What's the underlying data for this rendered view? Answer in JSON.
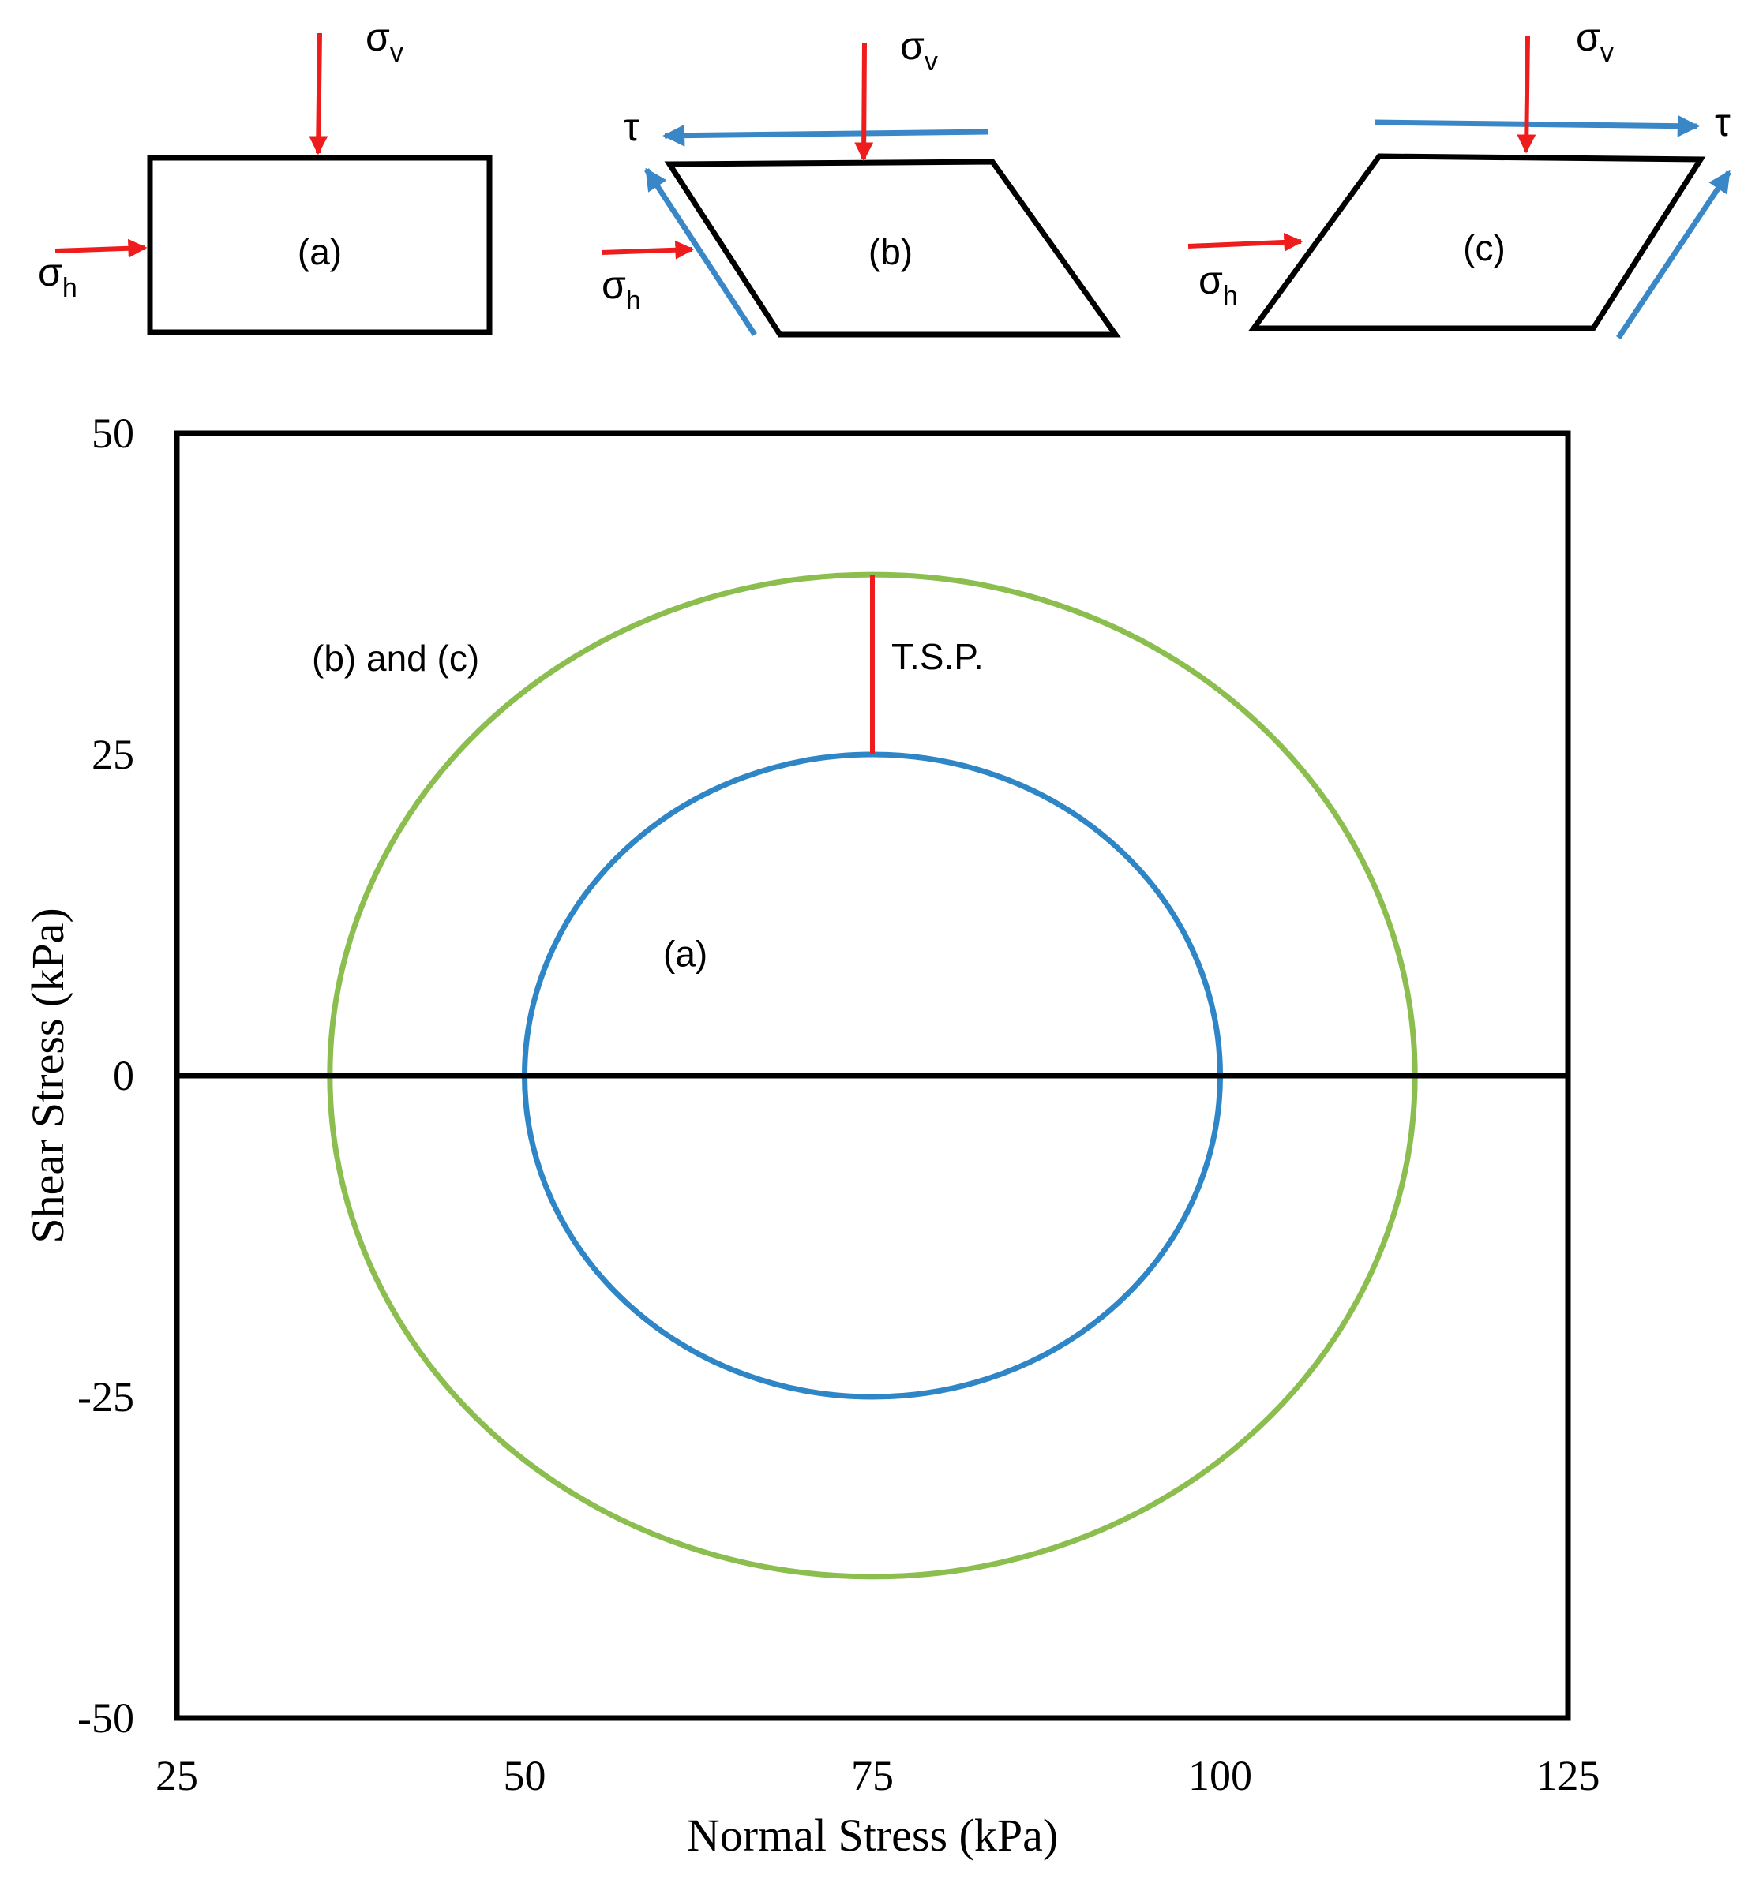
{
  "elements": {
    "element_a": {
      "label": "(a)",
      "sigma_v": "σ",
      "sigma_v_sub": "v",
      "sigma_h": "σ",
      "sigma_h_sub": "h"
    },
    "element_b": {
      "label": "(b)",
      "sigma_v": "σ",
      "sigma_v_sub": "v",
      "sigma_h": "σ",
      "sigma_h_sub": "h",
      "tau": "τ"
    },
    "element_c": {
      "label": "(c)",
      "sigma_v": "σ",
      "sigma_v_sub": "v",
      "sigma_h": "σ",
      "sigma_h_sub": "h",
      "tau": "τ"
    }
  },
  "colors": {
    "normal_arrow": "#ee1c1c",
    "shear_arrow": "#3a87c8",
    "circle_a": "#2f86c6",
    "circle_bc": "#8cbe4f",
    "frame": "#000000"
  },
  "chart_data": {
    "type": "scatter",
    "xlabel": "Normal Stress (kPa)",
    "ylabel": "Shear Stress (kPa)",
    "xlim": [
      25,
      125
    ],
    "ylim": [
      -50,
      50
    ],
    "x_ticks": [
      "25",
      "50",
      "75",
      "100",
      "125"
    ],
    "y_ticks": [
      "50",
      "25",
      "0",
      "-25",
      "-50"
    ],
    "grid": false,
    "circles": [
      {
        "label": "(a)",
        "center": 75,
        "radius": 25,
        "color": "#2f86c6"
      },
      {
        "label": "(b) and (c)",
        "center": 75,
        "radius": 39,
        "color": "#8cbe4f"
      }
    ],
    "annotation": {
      "label": "T.S.P.",
      "x": 75,
      "y_from": 25,
      "y_to": 39,
      "color": "#ee1c1c"
    }
  }
}
